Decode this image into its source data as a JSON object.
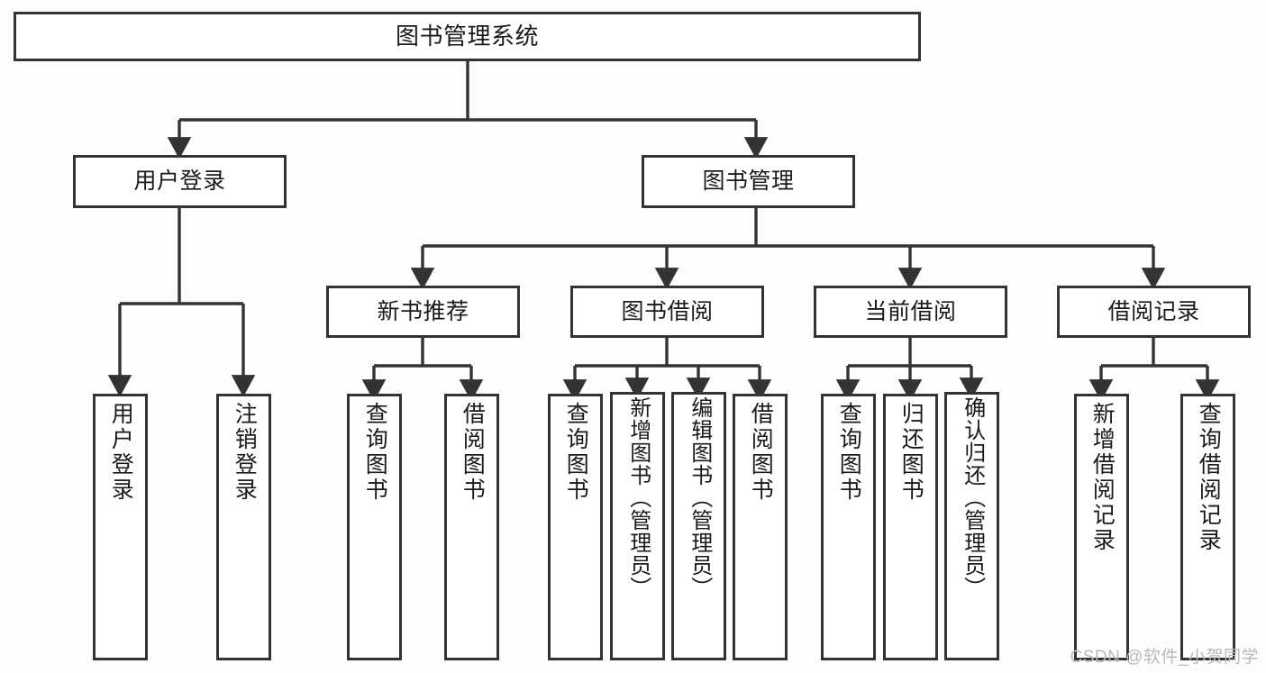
{
  "diagram": {
    "type": "tree",
    "title": "图书管理系统",
    "style": {
      "border_color": "#333333",
      "box_fill": "#ffffff",
      "background": "#fdfdfd",
      "text_color": "#1a1a1a",
      "watermark_color": "#b9b9b9"
    },
    "levels": {
      "level1": [
        "图书管理系统"
      ],
      "level2": [
        "用户登录",
        "图书管理"
      ],
      "level3": [
        "新书推荐",
        "图书借阅",
        "当前借阅",
        "借阅记录"
      ]
    },
    "nodes": {
      "root": {
        "label": "图书管理系统"
      },
      "user_login": {
        "label": "用户登录"
      },
      "book_manage": {
        "label": "图书管理"
      },
      "new_book_rec": {
        "label": "新书推荐"
      },
      "book_borrow": {
        "label": "图书借阅"
      },
      "current_borrow": {
        "label": "当前借阅"
      },
      "borrow_record": {
        "label": "借阅记录"
      }
    },
    "leaves": {
      "user_login_1": {
        "label": "用户登录"
      },
      "user_login_2": {
        "label": "注销登录"
      },
      "new_book_rec_1": {
        "label": "查询图书"
      },
      "new_book_rec_2": {
        "label": "借阅图书"
      },
      "book_borrow_1": {
        "label": "查询图书"
      },
      "book_borrow_2": {
        "label": "新增图书（管理员）"
      },
      "book_borrow_3": {
        "label": "编辑图书（管理员）"
      },
      "book_borrow_4": {
        "label": "借阅图书"
      },
      "current_borrow_1": {
        "label": "查询图书"
      },
      "current_borrow_2": {
        "label": "归还图书"
      },
      "current_borrow_3": {
        "label": "确认归还（管理员）"
      },
      "borrow_record_1": {
        "label": "新增借阅记录"
      },
      "borrow_record_2": {
        "label": "查询借阅记录"
      }
    },
    "edges": [
      {
        "from": "图书管理系统",
        "to": "用户登录"
      },
      {
        "from": "图书管理系统",
        "to": "图书管理"
      },
      {
        "from": "用户登录",
        "to": "用户登录"
      },
      {
        "from": "用户登录",
        "to": "注销登录"
      },
      {
        "from": "图书管理",
        "to": "新书推荐"
      },
      {
        "from": "图书管理",
        "to": "图书借阅"
      },
      {
        "from": "图书管理",
        "to": "当前借阅"
      },
      {
        "from": "图书管理",
        "to": "借阅记录"
      },
      {
        "from": "新书推荐",
        "to": "查询图书"
      },
      {
        "from": "新书推荐",
        "to": "借阅图书"
      },
      {
        "from": "图书借阅",
        "to": "查询图书"
      },
      {
        "from": "图书借阅",
        "to": "新增图书（管理员）"
      },
      {
        "from": "图书借阅",
        "to": "编辑图书（管理员）"
      },
      {
        "from": "图书借阅",
        "to": "借阅图书"
      },
      {
        "from": "当前借阅",
        "to": "查询图书"
      },
      {
        "from": "当前借阅",
        "to": "归还图书"
      },
      {
        "from": "当前借阅",
        "to": "确认归还（管理员）"
      },
      {
        "from": "借阅记录",
        "to": "新增借阅记录"
      },
      {
        "from": "借阅记录",
        "to": "查询借阅记录"
      }
    ],
    "watermark": "CSDN @软件_小贺同学"
  }
}
